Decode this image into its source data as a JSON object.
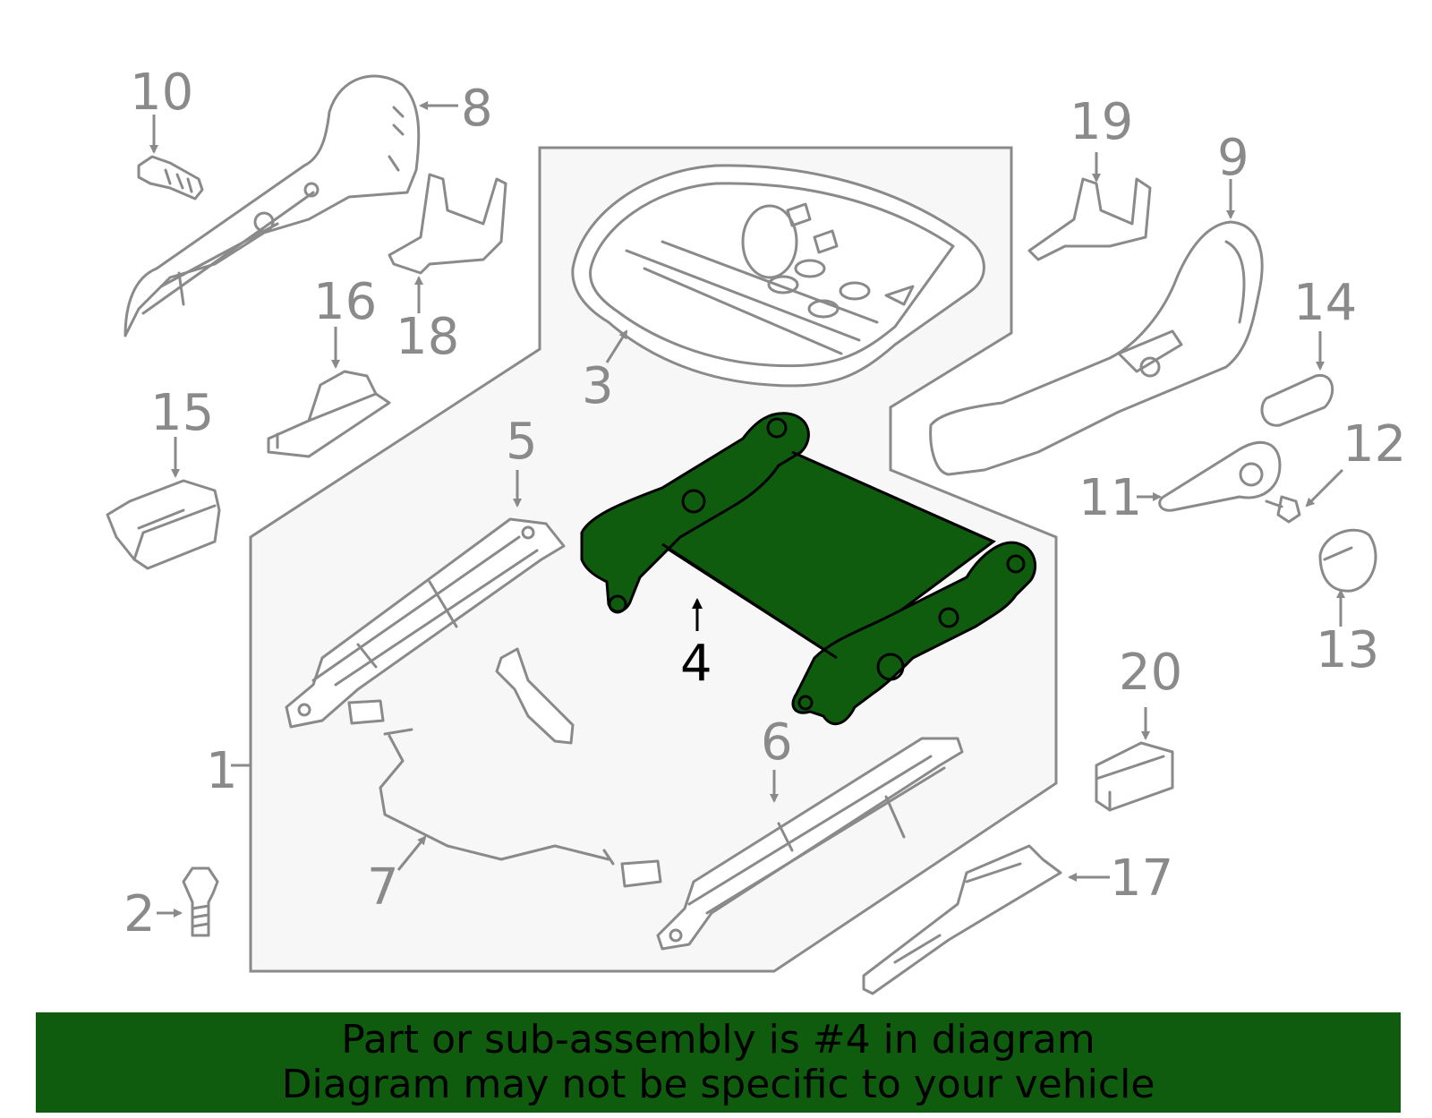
{
  "colors": {
    "outline": "#8a8a8a",
    "highlight_fill": "#0f5c0f",
    "highlight_stroke": "#000000",
    "group_box_fill": "#f7f7f7",
    "banner_bg": "#0f5c0f"
  },
  "callouts": {
    "c1": "1",
    "c2": "2",
    "c3": "3",
    "c4": "4",
    "c5": "5",
    "c6": "6",
    "c7": "7",
    "c8": "8",
    "c9": "9",
    "c10": "10",
    "c11": "11",
    "c12": "12",
    "c13": "13",
    "c14": "14",
    "c15": "15",
    "c16": "16",
    "c17": "17",
    "c18": "18",
    "c19": "19",
    "c20": "20"
  },
  "highlighted_part": "4",
  "banner": {
    "line1": "Part or sub-assembly is #4 in diagram",
    "line2": "Diagram may not be specific to your vehicle"
  }
}
